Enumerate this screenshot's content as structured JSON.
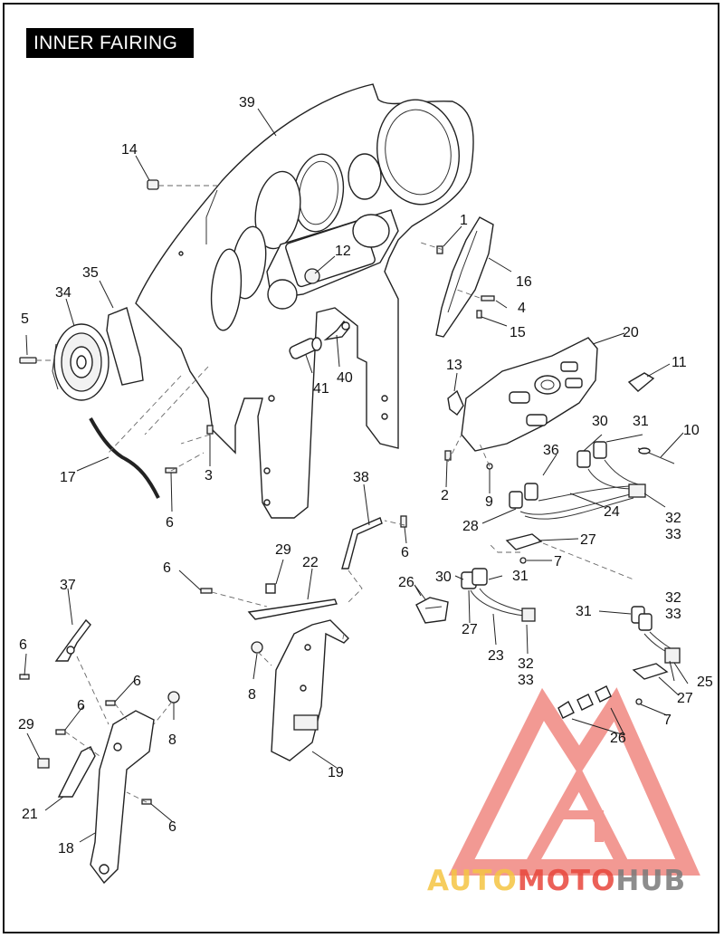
{
  "title": "INNER FAIRING",
  "labels": {
    "l1": "1",
    "l2": "2",
    "l3": "3",
    "l4": "4",
    "l5": "5",
    "l6a": "6",
    "l6b": "6",
    "l6c": "6",
    "l6d": "6",
    "l6e": "6",
    "l6f": "6",
    "l6g": "6",
    "l7a": "7",
    "l7b": "7",
    "l8a": "8",
    "l8b": "8",
    "l9": "9",
    "l10": "10",
    "l11": "11",
    "l12": "12",
    "l13": "13",
    "l14": "14",
    "l15": "15",
    "l16": "16",
    "l17": "17",
    "l18": "18",
    "l19": "19",
    "l20": "20",
    "l21": "21",
    "l22": "22",
    "l23": "23",
    "l24": "24",
    "l25": "25",
    "l26a": "26",
    "l26b": "26",
    "l27a": "27",
    "l27b": "27",
    "l27c": "27",
    "l28": "28",
    "l29a": "29",
    "l29b": "29",
    "l30a": "30",
    "l30b": "30",
    "l31a": "31",
    "l31b": "31",
    "l31c": "31",
    "l32a": "32",
    "l32b": "32",
    "l32c": "32",
    "l33a": "33",
    "l33b": "33",
    "l33c": "33",
    "l34": "34",
    "l35": "35",
    "l36": "36",
    "l37": "37",
    "l38": "38",
    "l39": "39",
    "l40": "40",
    "l41": "41"
  },
  "watermark": {
    "part1": "AUTO",
    "part2": "MOTO",
    "part3": "HUB",
    "color1": "#f5c542",
    "color2": "#e8463c",
    "color3": "#7a7a7a"
  }
}
